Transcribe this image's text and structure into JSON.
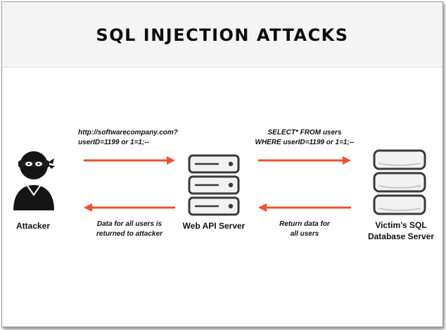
{
  "title": "SQL INJECTION ATTACKS",
  "nodes": {
    "attacker": "Attacker",
    "server": "Web API Server",
    "database_line1": "Victim’s SQL",
    "database_line2": "Database Server"
  },
  "flows": {
    "request": {
      "line1": "http://softwarecompany.com?",
      "line2": "userID=1199 or 1=1;--"
    },
    "query": {
      "line1": "SELECT* FROM users",
      "line2": "WHERE userID=1199 or 1=1;--"
    },
    "db_return": {
      "line1": "Return data for",
      "line2": "all users"
    },
    "attacker_return": {
      "line1": "Data for all users is",
      "line2": "returned to attacker"
    }
  },
  "colors": {
    "arrow": "#f0512e",
    "icon_dark": "#151515",
    "icon_stroke": "#3a3a3a",
    "icon_fill": "#f2f2f2"
  },
  "icons": {
    "attacker": "masked-hacker-icon",
    "server": "server-rack-icon",
    "database": "database-stack-icon"
  }
}
